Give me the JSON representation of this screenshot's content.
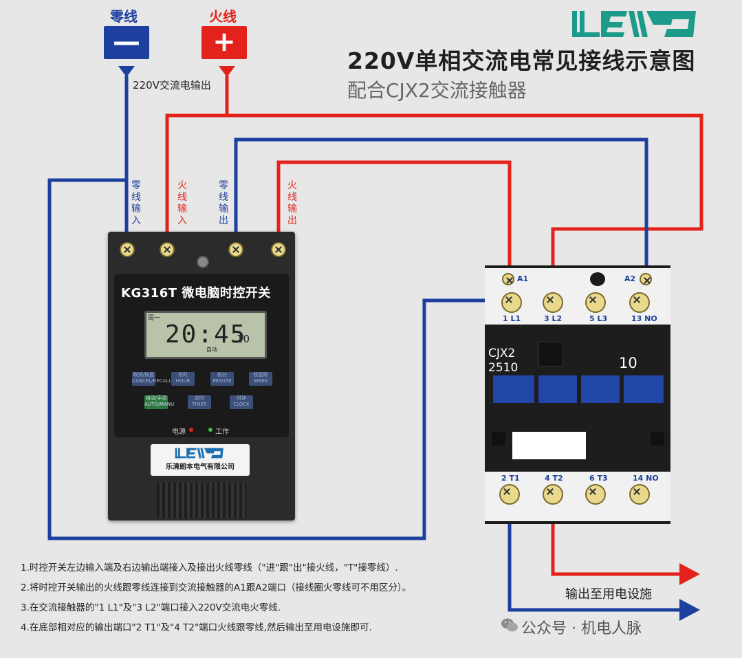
{
  "header": {
    "title": "220V单相交流电常见接线示意图",
    "subtitle": "配合CJX2交流接触器",
    "logo_text": "LLEAKK"
  },
  "power": {
    "neutral_label": "零线",
    "neutral_symbol": "—",
    "live_label": "火线",
    "live_symbol": "+",
    "ac_output_label": "220V交流电输出",
    "colors": {
      "neutral": "#1d3f9e",
      "live": "#e3231b"
    }
  },
  "wire_labels": {
    "neutral_in": "零线输入",
    "live_in": "火线输入",
    "neutral_out": "零线输出",
    "live_out": "火线输出"
  },
  "timer": {
    "model": "KG316T 微电脑时控开关",
    "lcd_day": "周一",
    "lcd_time": "20:45",
    "lcd_seconds": "10",
    "lcd_mode": "自动",
    "buttons": [
      {
        "label": "取消/恢复 CANCEL/RECALL",
        "style": "blue"
      },
      {
        "label": "校时 HOUR",
        "style": "blue"
      },
      {
        "label": "校分 MINUTE",
        "style": "blue"
      },
      {
        "label": "校星期 WEEK",
        "style": "blue"
      },
      {
        "label": "自动/手动 AUTO/MANU",
        "style": "green"
      },
      {
        "label": "定时 TIMER",
        "style": "blue"
      },
      {
        "label": "时钟 CLOCK",
        "style": "blue"
      }
    ],
    "led_power": "电源",
    "led_work": "工作",
    "brand_logo": "LLEAKK",
    "brand_company": "乐清朗本电气有限公司"
  },
  "contactor": {
    "model_line1": "CJX2",
    "model_line2": "2510",
    "rating": "10",
    "coil_a1": "A1",
    "coil_a2": "A2",
    "top_terminals": [
      "1 L1",
      "3 L2",
      "5 L3",
      "13 NO"
    ],
    "bottom_terminals": [
      "2 T1",
      "4 T2",
      "6 T3",
      "14 NO"
    ]
  },
  "notes": [
    "1.时控开关左边输入端及右边输出端接入及接出火线零线（\"进\"跟\"出\"接火线，\"T\"接零线）.",
    "2.将时控开关输出的火线跟零线连接到交流接触器的A1跟A2端口（接线圈火零线可不用区分）。",
    "3.在交流接触器的\"1 L1\"及\"3 L2\"端口接入220V交流电火零线.",
    "4.在底部相对应的输出端口\"2 T1\"及\"4 T2\"端口火线跟零线,然后输出至用电设施即可."
  ],
  "output_label": "输出至用电设施",
  "watermark": "公众号 · 机电人脉"
}
